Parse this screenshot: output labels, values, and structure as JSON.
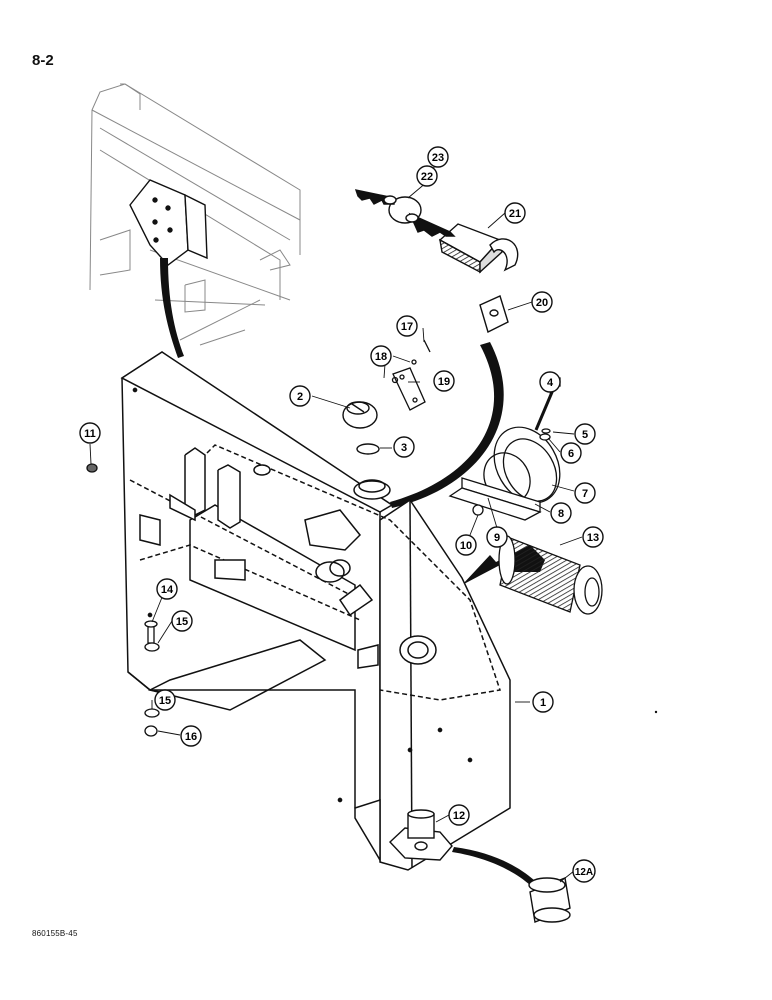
{
  "page_number": "8-2",
  "figure_code": "860155B-45",
  "callouts": [
    "1",
    "2",
    "3",
    "4",
    "5",
    "6",
    "7",
    "8",
    "9",
    "10",
    "11",
    "12",
    "12A",
    "13",
    "14",
    "15",
    "15",
    "16",
    "17",
    "18",
    "19",
    "20",
    "21",
    "22",
    "23"
  ]
}
